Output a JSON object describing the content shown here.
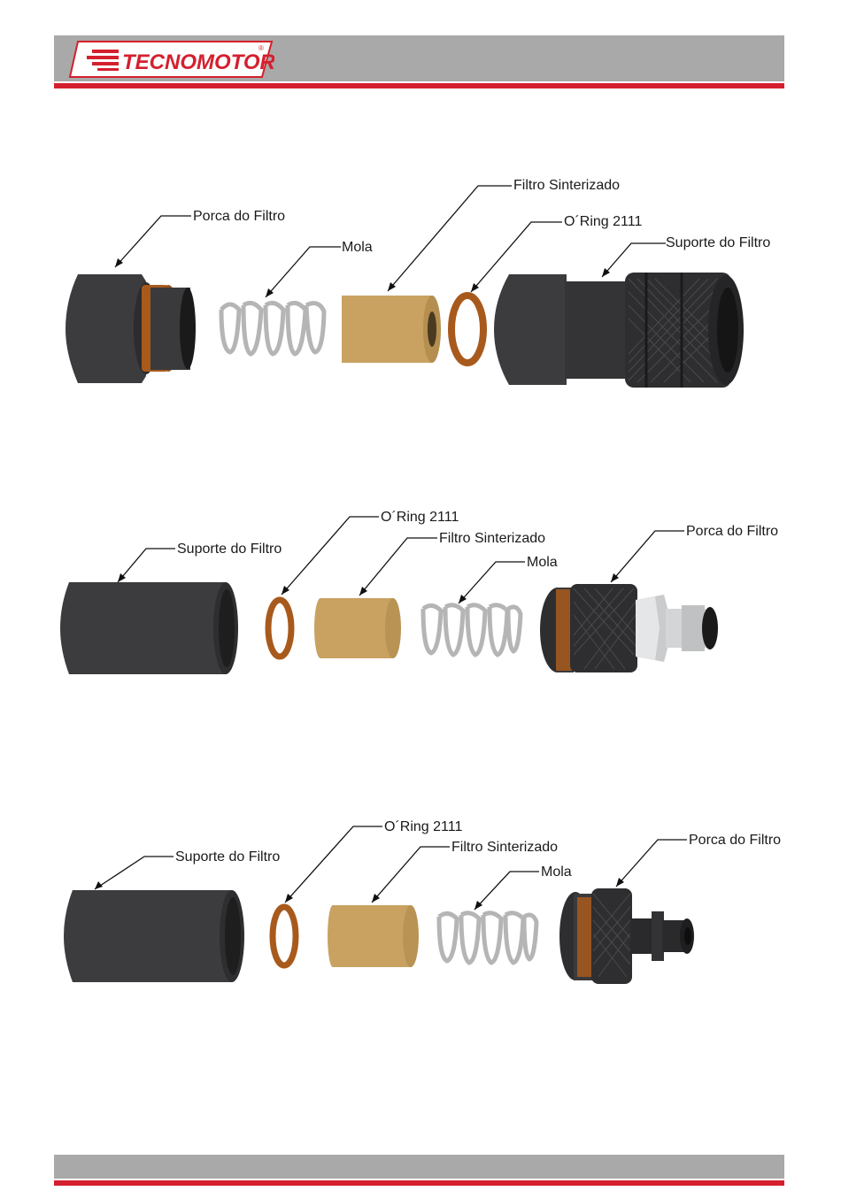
{
  "header": {
    "brand": "TECNOMOTOR",
    "registered": "®"
  },
  "colors": {
    "accent_red": "#d4202e",
    "bar_gray": "#a9a9a9",
    "part_dark": "#3a3a3c",
    "oring": "#a85a1c",
    "filter": "#c9a261",
    "spring": "#bcbcbc"
  },
  "diagrams": [
    {
      "labels": {
        "porca": "Porca do Filtro",
        "mola": "Mola",
        "filtro": "Filtro Sinterizado",
        "oring": "O´Ring 2111",
        "suporte": "Suporte do Filtro"
      }
    },
    {
      "labels": {
        "oring": "O´Ring 2111",
        "filtro": "Filtro Sinterizado",
        "suporte": "Suporte do Filtro",
        "mola": "Mola",
        "porca": "Porca do Filtro"
      }
    },
    {
      "labels": {
        "oring": "O´Ring 2111",
        "filtro": "Filtro Sinterizado",
        "suporte": "Suporte do Filtro",
        "mola": "Mola",
        "porca": "Porca do Filtro"
      }
    }
  ]
}
